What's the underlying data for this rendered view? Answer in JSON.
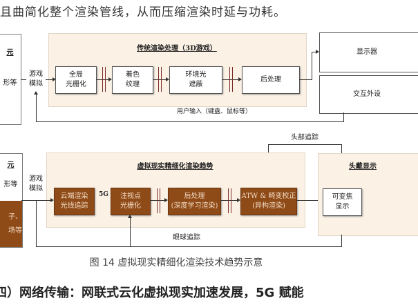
{
  "intro_text": "且曲简化整个渲染管线，从而压缩渲染时延与功耗。",
  "top": {
    "left_box": [
      "元",
      "形等"
    ],
    "title": "传统渲染处理（3D游戏）",
    "game_sim": [
      "游戏",
      "模拟"
    ],
    "steps": [
      [
        "全局",
        "光栅化"
      ],
      [
        "着色",
        "纹理"
      ],
      [
        "环境光",
        "遮蔽"
      ],
      [
        "后处理"
      ]
    ],
    "display": "显示器",
    "peripheral": "交互外设",
    "feedback": "用户输入（键盘、鼠标等）"
  },
  "bottom": {
    "left_box": [
      "元",
      "形等"
    ],
    "left_box_brown": [
      "子、",
      "场等"
    ],
    "title": "虚拟现实精细化渲染趋势",
    "game_sim": [
      "游戏",
      "模拟"
    ],
    "link_5g": "5G",
    "steps": [
      [
        "云端渲染",
        "光线追踪"
      ],
      [
        "注视点",
        "光栅化"
      ],
      [
        "后处理",
        "(深度学习渲染)"
      ],
      [
        "ATW & 畸变校正",
        "(异构渲染)"
      ]
    ],
    "head_tracking": "头部追踪",
    "hmd_title": "头戴显示",
    "varifocal": [
      "可变焦",
      "显示"
    ],
    "eye_tracking": "眼球追踪"
  },
  "caption": "图 14   虚拟现实精细化渲染技术趋势示意",
  "heading": "四）网络传输：网联式云化虚拟现实加速发展，5G 赋能"
}
